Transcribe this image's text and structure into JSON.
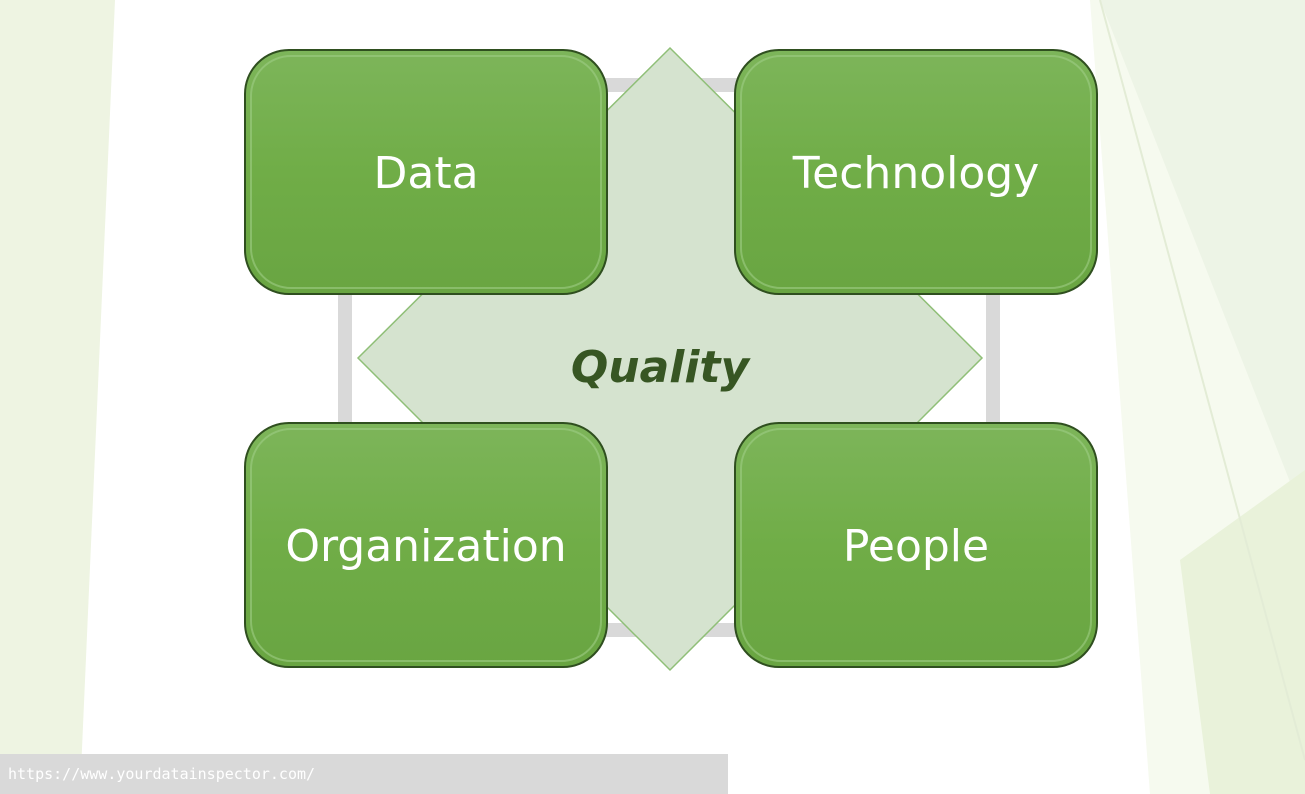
{
  "center": {
    "label": "Quality"
  },
  "nodes": {
    "data": {
      "label": "Data"
    },
    "technology": {
      "label": "Technology"
    },
    "organization": {
      "label": "Organization"
    },
    "people": {
      "label": "People"
    }
  },
  "footer": {
    "url": "https://www.yourdatainspector.com/"
  },
  "colors": {
    "box_fill": "#70ad47",
    "box_border": "#2f4f1f",
    "diamond_fill": "#d5e3cf",
    "diamond_border": "#8fbf77",
    "center_text": "#375623",
    "frame": "#d9d9d9",
    "background_tint": "#eef4e2"
  }
}
